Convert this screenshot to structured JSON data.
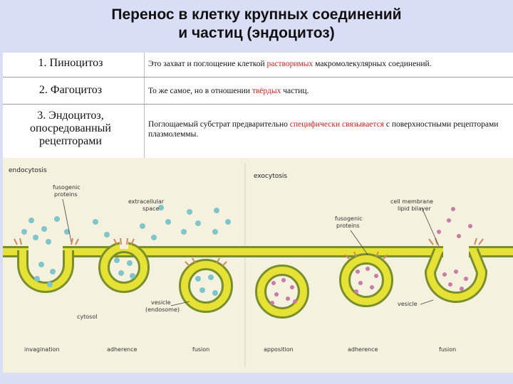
{
  "title": {
    "line1": "Перенос в клетку крупных соединений",
    "line2": "и частиц (эндоцитоз)"
  },
  "table": {
    "rows": [
      {
        "term_lines": [
          "1. Пиноцитоз"
        ],
        "def_before": "Это захват и поглощение клеткой ",
        "def_highlight": "растворимых",
        "def_after": " макромолекулярных соединений."
      },
      {
        "term_lines": [
          "2. Фагоцитоз"
        ],
        "def_before": "То же самое, но в отношении ",
        "def_highlight": "твёрдых",
        "def_after": " частиц."
      },
      {
        "term_lines": [
          "3. Эндоцитоз,",
          "опосредованный",
          "рецепторами"
        ],
        "def_before": "Поглощаемый субстрат предварительно ",
        "def_highlight": "специфически связывается",
        "def_after": " с поверхностными рецепторами плазмолеммы."
      }
    ]
  },
  "diagram": {
    "colors": {
      "membrane_outer": "#7a8f2c",
      "membrane_fill": "#e6e235",
      "teal_particle": "#7fc4c8",
      "pink_particle": "#c97aa6",
      "fusogenic_protein": "#d2875c",
      "background": "#f4f1de"
    },
    "labels": {
      "endocytosis": "endocytosis",
      "exocytosis": "exocytosis",
      "fusogenic_left_1": "fusogenic",
      "fusogenic_left_2": "proteins",
      "extracellular_1": "extracellular",
      "extracellular_2": "space",
      "cell_membrane_1": "cell membrane",
      "cell_membrane_2": "lipid bilayer",
      "fusogenic_right_1": "fusogenic",
      "fusogenic_right_2": "proteins",
      "vesicle_endo_1": "vesicle",
      "vesicle_endo_2": "(endosome)",
      "vesicle_exo": "vesicle",
      "cytosol": "cytosol"
    },
    "stages": [
      "invagination",
      "adherence",
      "fusion",
      "apposition",
      "adherence",
      "fusion"
    ]
  }
}
